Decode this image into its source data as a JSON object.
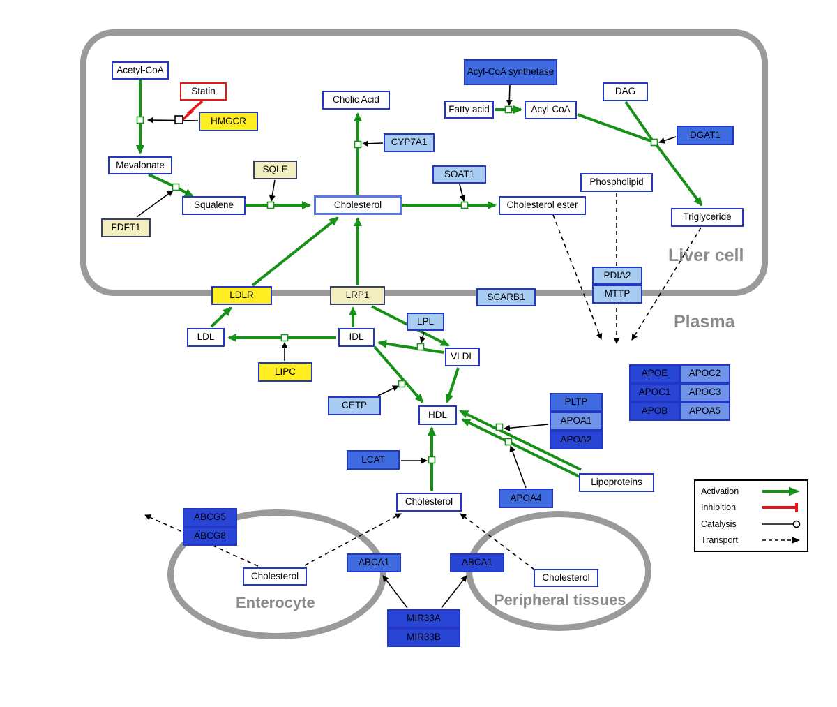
{
  "regions": {
    "liver": "Liver cell",
    "plasma": "Plasma",
    "enterocyte": "Enterocyte",
    "peripheral": "Peripheral tissues"
  },
  "nodes": {
    "acetyl_coa": "Acetyl-CoA",
    "statin": "Statin",
    "hmgcr": "HMGCR",
    "mevalonate": "Mevalonate",
    "sqle": "SQLE",
    "fdft1": "FDFT1",
    "squalene": "Squalene",
    "cholesterol_liver": "Cholesterol",
    "cholic_acid": "Cholic Acid",
    "cyp7a1": "CYP7A1",
    "soat1": "SOAT1",
    "cholesterol_ester": "Cholesterol ester",
    "acyl_coa_synthetase": "Acyl-CoA synthetase",
    "fatty_acid": "Fatty acid",
    "acyl_coa": "Acyl-CoA",
    "dag": "DAG",
    "dgat1": "DGAT1",
    "phospholipid": "Phospholipid",
    "triglyceride": "Triglyceride",
    "ldlr": "LDLR",
    "lrp1": "LRP1",
    "scarb1": "SCARB1",
    "pdia2": "PDIA2",
    "mttp": "MTTP",
    "ldl": "LDL",
    "idl": "IDL",
    "lpl": "LPL",
    "vldl": "VLDL",
    "lipc": "LIPC",
    "cetp": "CETP",
    "hdl": "HDL",
    "lcat": "LCAT",
    "pltp": "PLTP",
    "apoa1": "APOA1",
    "apoa2": "APOA2",
    "apoa4": "APOA4",
    "lipoproteins": "Lipoproteins",
    "apoe": "APOE",
    "apoc2": "APOC2",
    "apoc1": "APOC1",
    "apoc3": "APOC3",
    "apob": "APOB",
    "apoa5": "APOA5",
    "cholesterol_plasma": "Cholesterol",
    "abcg5": "ABCG5",
    "abcg8": "ABCG8",
    "cholesterol_enterocyte": "Cholesterol",
    "abca1_enterocyte": "ABCA1",
    "abca1_peripheral": "ABCA1",
    "cholesterol_peripheral": "Cholesterol",
    "mir33a": "MIR33A",
    "mir33b": "MIR33B"
  },
  "legend": {
    "activation": "Activation",
    "inhibition": "Inhibition",
    "catalysis": "Catalysis",
    "transport": "Transport"
  },
  "colors": {
    "activation_green": "#169016",
    "inhibition_red": "#e61717",
    "membrane_gray": "#9a9a9a",
    "metabolite_border_blue": "#2336c4",
    "enzyme_yellow": "#ffee22",
    "enzyme_pale_yellow": "#f3eec0",
    "enzyme_light_blue": "#a9cdf2",
    "enzyme_medium_blue": "#3f6be0",
    "enzyme_dark_blue": "#2945d6"
  }
}
